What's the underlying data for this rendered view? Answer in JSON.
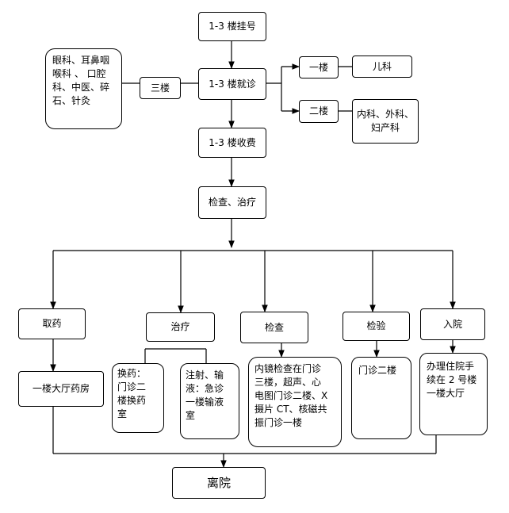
{
  "nodes": {
    "registration": "1-3 楼挂号",
    "consultation": "1-3 楼就诊",
    "floor3": "三楼",
    "floor3_depts": "眼科、耳鼻咽\n喉科 、 口腔\n科、中医、碎\n石、针灸",
    "floor1": "一楼",
    "pediatrics": "儿科",
    "floor2": "二楼",
    "floor2_depts": "内科、外科、\n妇产科",
    "payment": "1-3 楼收费",
    "exam_treat": "检查、治疗",
    "pickup_medicine": "取药",
    "pharmacy": "一楼大厅药房",
    "treatment": "治疗",
    "dressing_change": "换药：\n门诊二\n楼换药\n室",
    "injection": "注射、输\n液：急诊\n一楼输液\n室",
    "examination": "检查",
    "exam_detail": "内镜检查在门诊\n三楼，超声、心\n电图门诊二楼、X\n摄片 CT、核磁共\n振门诊一楼",
    "lab_test": "检验",
    "lab_location": "门诊二楼",
    "admission": "入院",
    "admission_detail": "办理住院手\n续在 2 号楼\n一楼大厅",
    "discharge": "离院"
  }
}
